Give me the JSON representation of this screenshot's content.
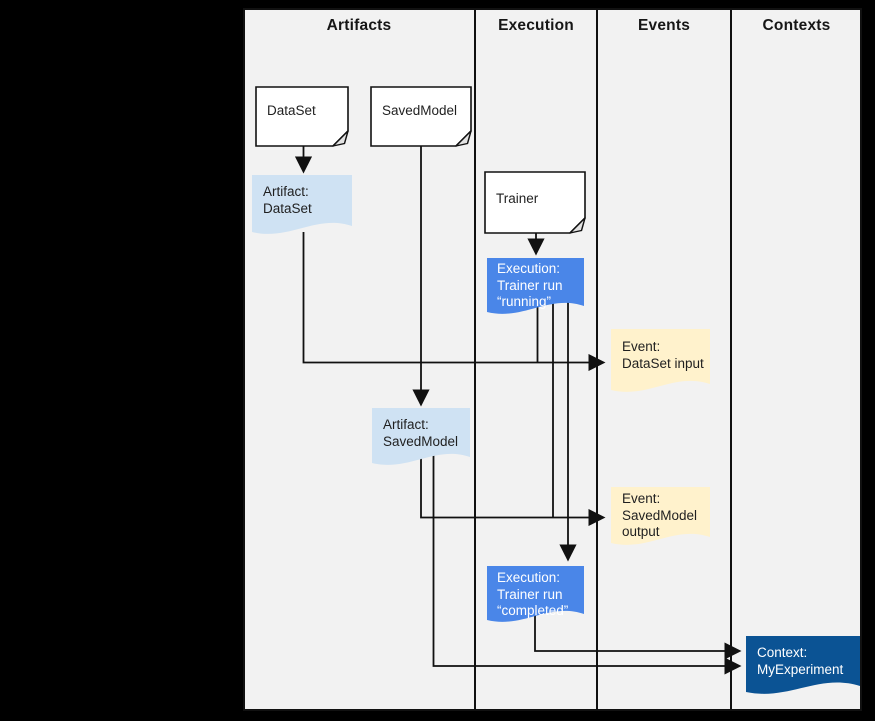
{
  "figure": {
    "background": "#000000",
    "panel_background": "#f2f2f2",
    "line_color": "#111111"
  },
  "columns": [
    {
      "label": "Artifacts"
    },
    {
      "label": "Execution"
    },
    {
      "label": "Events"
    },
    {
      "label": "Contexts"
    }
  ],
  "colors": {
    "document": "#ffffff",
    "artifact": "#cfe2f3",
    "execution": "#4a86e8",
    "event": "#fff2cc",
    "context": "#0b5394"
  },
  "nodes": {
    "dataset": {
      "label": "DataSet"
    },
    "savedmodel": {
      "label": "SavedModel"
    },
    "trainer": {
      "label": "Trainer"
    },
    "artifact_dataset": {
      "line1": "Artifact:",
      "line2": "DataSet"
    },
    "execution_running": {
      "line1": "Execution:",
      "line2": "Trainer run",
      "line3": "“running”"
    },
    "event_dataset_input": {
      "line1": "Event:",
      "line2": "DataSet input"
    },
    "artifact_savedmodel": {
      "line1": "Artifact:",
      "line2": "SavedModel"
    },
    "event_savedmodel_output": {
      "line1": "Event:",
      "line2": "SavedModel",
      "line3": "output"
    },
    "execution_completed": {
      "line1": "Execution:",
      "line2": "Trainer run",
      "line3": "“completed”"
    },
    "context_myexperiment": {
      "line1": "Context:",
      "line2": "MyExperiment"
    }
  },
  "edges": [
    {
      "from": "DataSet",
      "to": "Artifact: DataSet"
    },
    {
      "from": "SavedModel",
      "to": "Artifact: SavedModel"
    },
    {
      "from": "Trainer",
      "to": "Execution: Trainer run “running”"
    },
    {
      "from": "Artifact: DataSet",
      "to": "Event: DataSet input"
    },
    {
      "from": "Execution: Trainer run “running”",
      "to": "Event: DataSet input"
    },
    {
      "from": "Execution: Trainer run “running”",
      "to": "Event: SavedModel output"
    },
    {
      "from": "Execution: Trainer run “running”",
      "to": "Execution: Trainer run “completed”"
    },
    {
      "from": "Artifact: SavedModel",
      "to": "Event: SavedModel output"
    },
    {
      "from": "Artifact: SavedModel",
      "to": "Context: MyExperiment"
    },
    {
      "from": "Execution: Trainer run “completed”",
      "to": "Context: MyExperiment"
    }
  ]
}
